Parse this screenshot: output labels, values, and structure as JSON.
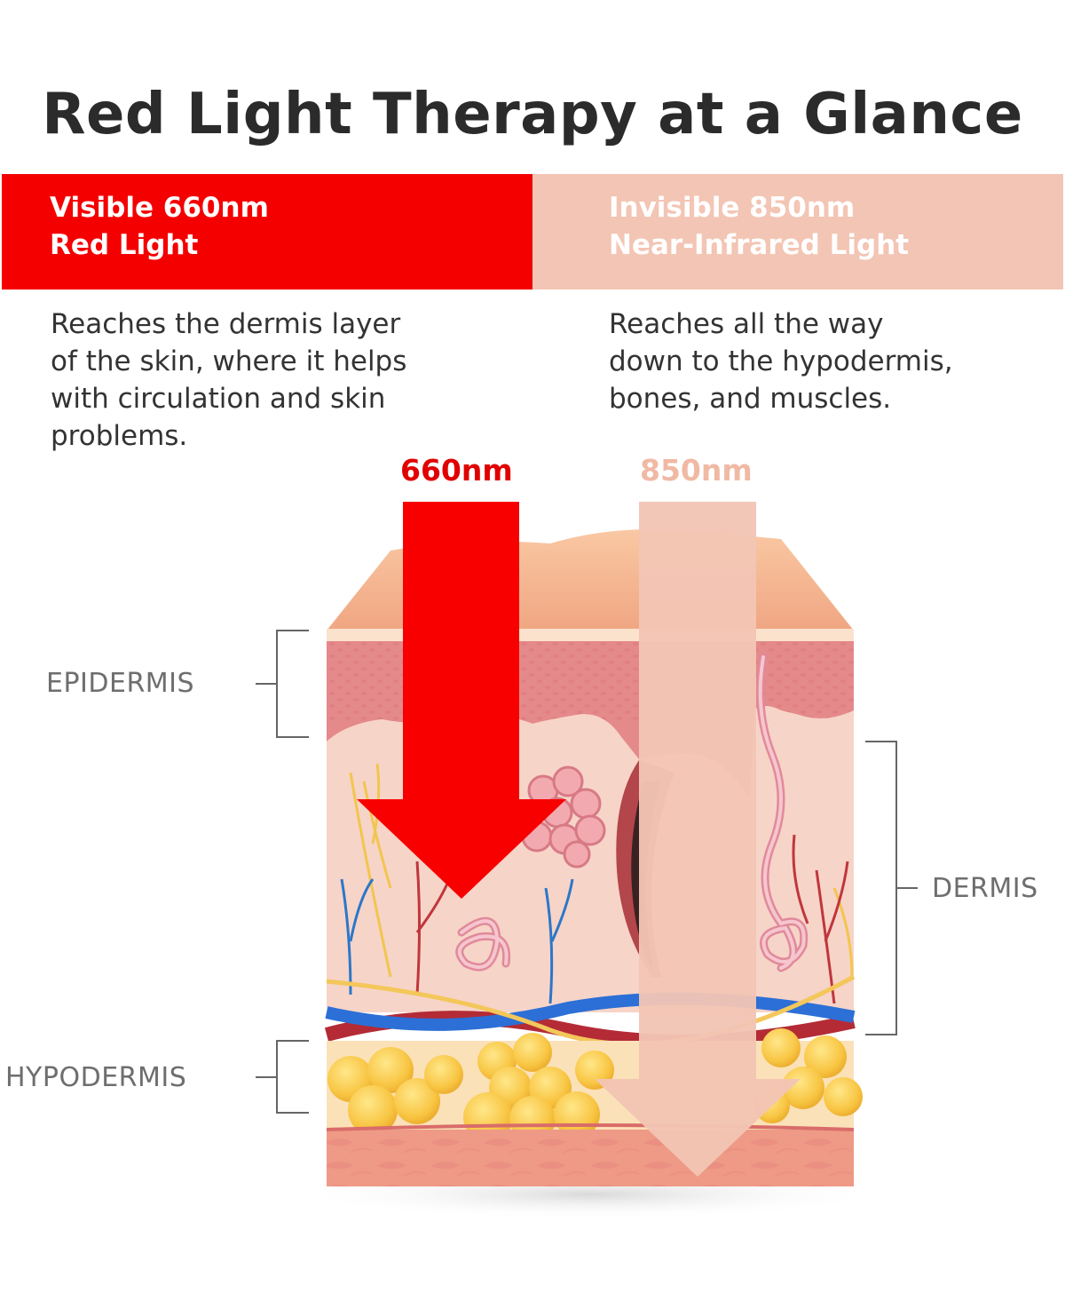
{
  "title": "Red Light Therapy at a Glance",
  "columns": [
    {
      "heading_line1": "Visible 660nm",
      "heading_line2": "Red Light",
      "color": "#f50000",
      "description_lines": [
        "Reaches the dermis layer",
        "of the skin, where it helps",
        "with circulation and skin",
        "problems."
      ]
    },
    {
      "heading_line1": "Invisible 850nm",
      "heading_line2": "Near-Infrared Light",
      "color": "#f3c5b4",
      "description_lines": [
        "Reaches all the way",
        "down to the hypodermis,",
        "bones, and muscles."
      ]
    }
  ],
  "arrows": {
    "red_label": "660nm",
    "pink_label": "850nm"
  },
  "layers": {
    "epidermis": "EPIDERMIS",
    "dermis": "DERMIS",
    "hypodermis": "HYPODERMIS"
  }
}
